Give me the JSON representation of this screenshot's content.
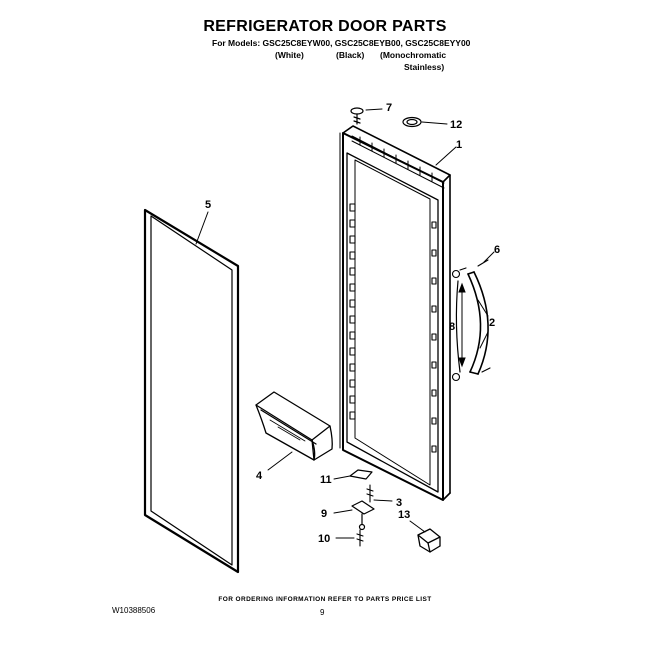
{
  "header": {
    "title": "REFRIGERATOR DOOR PARTS",
    "models_line": "For Models: GSC25C8EYW00, GSC25C8EYB00, GSC25C8EYY00",
    "variants": [
      "(White)",
      "(Black)",
      "(Monochromatic",
      "Stainless)"
    ]
  },
  "callouts": [
    "1",
    "2",
    "3",
    "4",
    "5",
    "6",
    "7",
    "8",
    "9",
    "10",
    "11",
    "12",
    "13"
  ],
  "footer": {
    "ordering_note": "FOR ORDERING INFORMATION REFER TO PARTS PRICE LIST",
    "doc_number": "W10388506",
    "page_number": "9"
  }
}
